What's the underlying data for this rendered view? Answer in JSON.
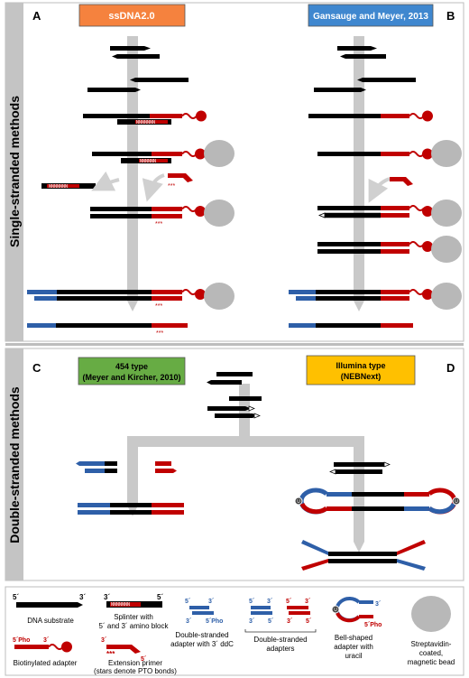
{
  "sections": {
    "single": {
      "title": "Single-stranded methods"
    },
    "double": {
      "title": "Double-stranded methods"
    }
  },
  "panels": {
    "A": {
      "letter": "A",
      "title": "ssDNA2.0",
      "color": "#f5823e"
    },
    "B": {
      "letter": "B",
      "title": "Gansauge and Meyer, 2013",
      "color": "#3f87cf"
    },
    "C": {
      "letter": "C",
      "title_line1": "454 type",
      "title_line2": "(Meyer and Kircher, 2010)",
      "color": "#67ac44"
    },
    "D": {
      "letter": "D",
      "title_line1": "Illumina type",
      "title_line2": "(NEBNext)",
      "color": "#ffc000"
    }
  },
  "colors": {
    "dna": "#000000",
    "adapter_red": "#c00000",
    "adapter_blue": "#2e5fa8",
    "bead": "#b8b8b8",
    "track": "#c9c9c9"
  },
  "legend": {
    "dna_substrate": {
      "label": "DNA substrate",
      "end5": "5´",
      "end3": "3´"
    },
    "splinter": {
      "line1": "Splinter with",
      "line2": "5´ and 3´ amino block",
      "end3": "3´",
      "end5": "5´"
    },
    "ds_ddc": {
      "line1": "Double-stranded",
      "line2": "adapter with 3´ ddC",
      "tl": "5´",
      "tr": "3´",
      "bl": "3´",
      "br": "5´Pho"
    },
    "ds_adapters": {
      "label_line1": "Double-stranded",
      "label_line2": "adapters",
      "b_tl": "5´",
      "b_tr": "3´",
      "b_bl": "3´",
      "b_br": "5´",
      "r_tl": "5´",
      "r_tr": "3´",
      "r_bl": "3´",
      "r_br": "5´"
    },
    "bell": {
      "line1": "Bell-shaped",
      "line2": "adapter with",
      "line3": "uracil",
      "top": "3´",
      "bot": "5´Pho",
      "u": "U"
    },
    "bead": {
      "line1": "Streptavidin-",
      "line2": "coated,",
      "line3": "magnetic bead"
    },
    "biotin": {
      "label": "Biotinylated adapter",
      "pho": "5´Pho",
      "end3": "3´"
    },
    "primer": {
      "line1": "Extension primer",
      "line2": "(stars denote PTO bonds)",
      "end3": "3´",
      "end5": "5´",
      "stars": "***"
    }
  }
}
